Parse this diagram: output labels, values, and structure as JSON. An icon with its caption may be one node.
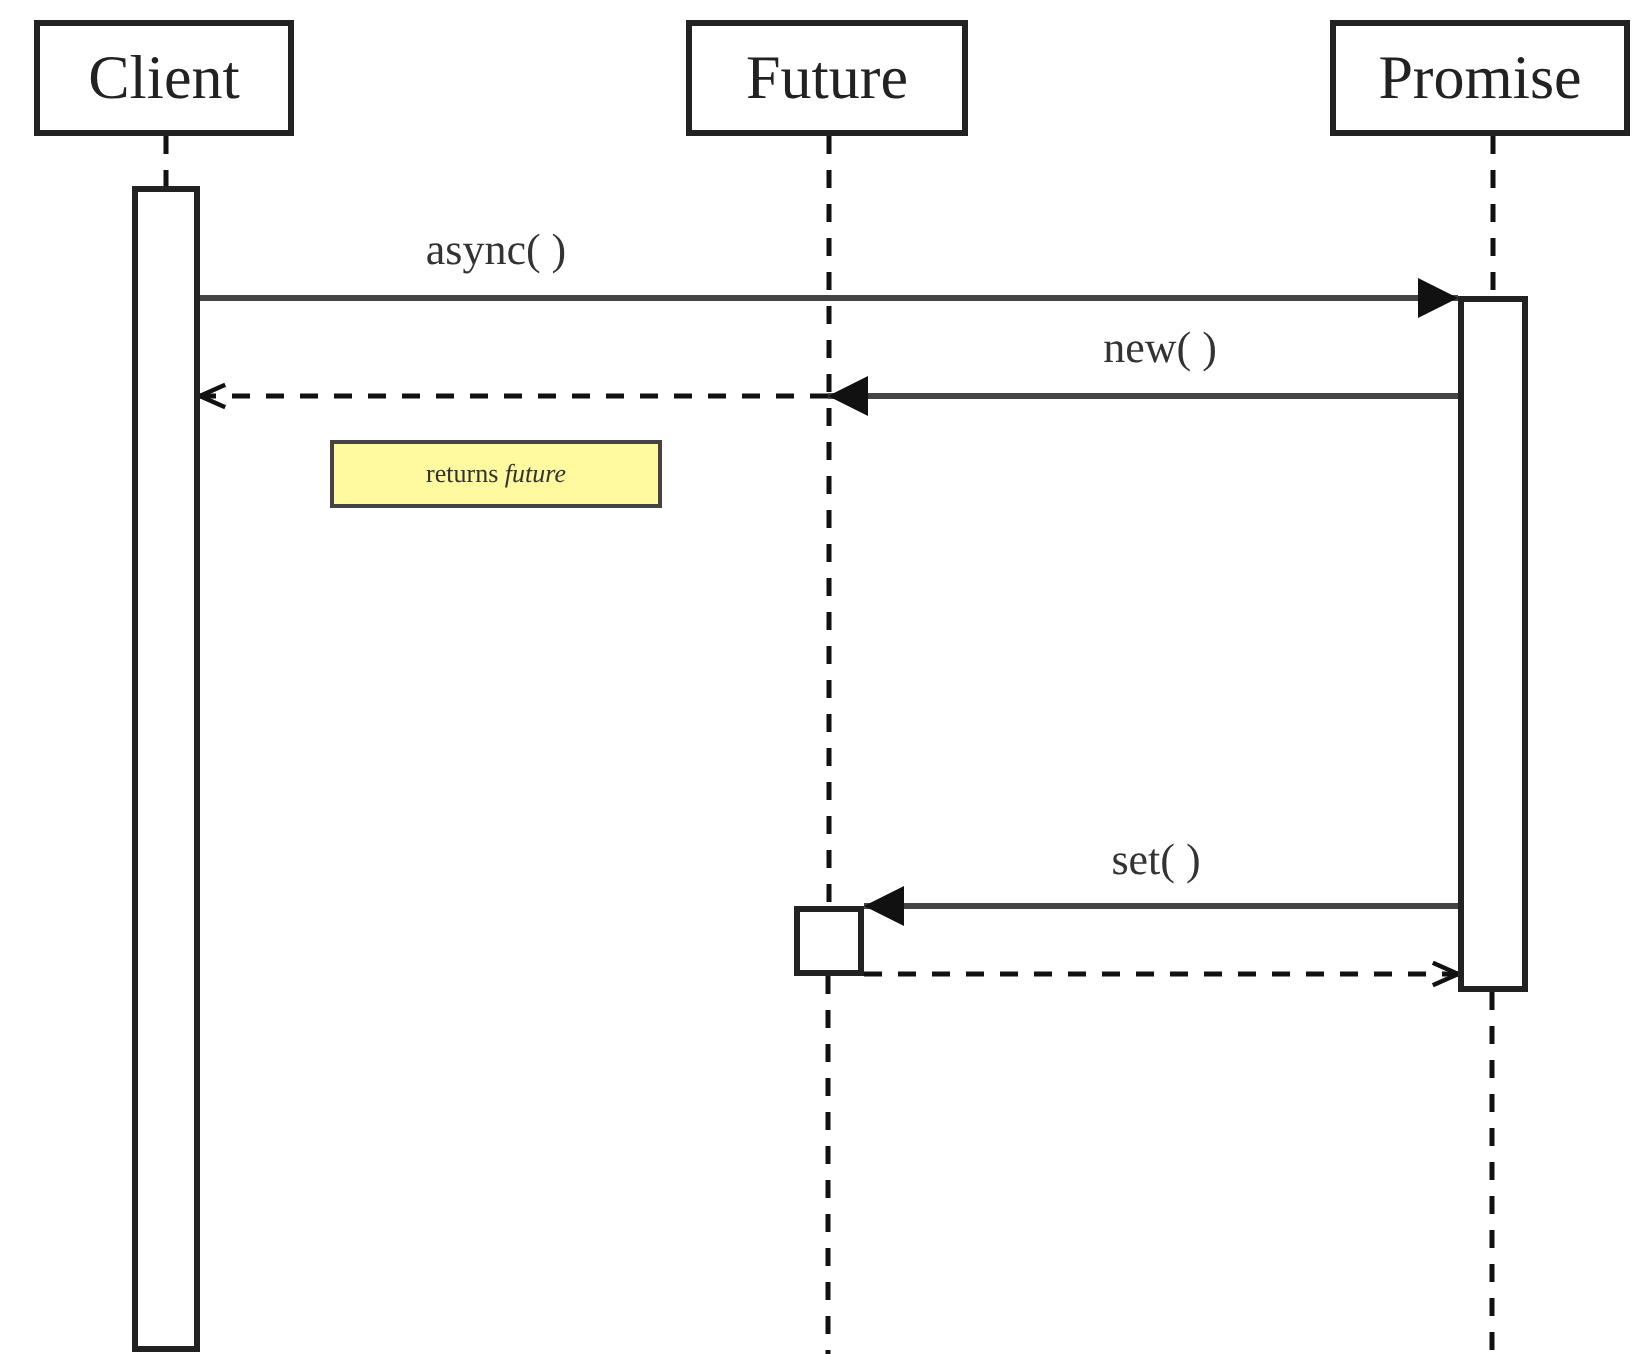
{
  "diagram": {
    "nodes": [
      {
        "text": [
          "Client"
        ]
      },
      {
        "text": [
          "Future"
        ]
      },
      {
        "text": [
          "Promise"
        ]
      },
      {
        "text": [],
        "shape": "bar"
      },
      {
        "text": [],
        "shape": "bar"
      },
      {
        "text": [],
        "shape": "bar"
      },
      {
        "text": [
          "returns *future*"
        ]
      }
    ],
    "edges": [
      {
        "from": 0,
        "to": 3,
        "arrow": "none",
        "style": "dashed"
      },
      {
        "from": 2,
        "to": 4,
        "arrow": "none",
        "style": "dashed"
      },
      {
        "from": 1,
        "to": 5,
        "arrow": "none",
        "style": "dashed"
      },
      {
        "from": 3,
        "to": 4,
        "arrow": "to",
        "label": "async( )"
      },
      {
        "from": 4,
        "to": null,
        "arrow": "to",
        "label": "new( )"
      },
      {
        "from": null,
        "to": 3,
        "arrow": "to",
        "style": "dashed"
      },
      {
        "from": 4,
        "to": 5,
        "arrow": "to",
        "label": "set( )"
      },
      {
        "from": 5,
        "to": 4,
        "arrow": "to",
        "style": "dashed"
      }
    ]
  }
}
